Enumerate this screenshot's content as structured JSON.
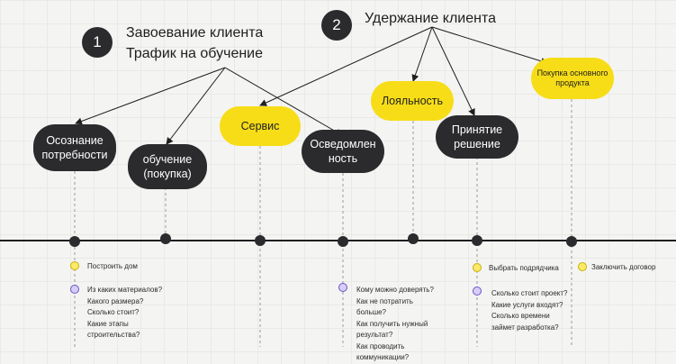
{
  "colors": {
    "dark": "#2b2b2e",
    "yellow": "#f7dd17",
    "marker_yellow": "#fbe96a",
    "marker_purple": "#d8cdf7",
    "timeline": "#1f1f1f"
  },
  "groups": [
    {
      "number": "1",
      "lines": [
        "Завоевание клиента",
        "Трафик на обучение"
      ]
    },
    {
      "number": "2",
      "lines": [
        "Удержание клиента"
      ]
    }
  ],
  "stages": [
    {
      "label": "Осознание потребности",
      "style": "dark"
    },
    {
      "label": "обучение (покупка)",
      "style": "dark"
    },
    {
      "label": "Сервис",
      "style": "yellow"
    },
    {
      "label": "Осведомлен ность",
      "style": "dark"
    },
    {
      "label": "Лояльность",
      "style": "yellow"
    },
    {
      "label": "Принятие решение",
      "style": "dark"
    },
    {
      "label": "Покупка основного продукта",
      "style": "yellow"
    }
  ],
  "notes": [
    {
      "marker": "yellow",
      "lines": [
        "Построить дом"
      ]
    },
    {
      "marker": "purple",
      "lines": [
        "Из каких материалов?",
        "Какого размера?",
        "Сколько стоит?",
        "Какие этапы",
        "строительства?"
      ]
    },
    {
      "marker": "purple",
      "lines": [
        "Кому можно доверять?",
        "Как не потратить",
        "больше?",
        "Как получить нужный",
        "результат?",
        "Как проводить",
        "коммуникации?"
      ]
    },
    {
      "marker": "yellow",
      "lines": [
        "Выбрать подрядчика"
      ]
    },
    {
      "marker": "purple",
      "lines": [
        "Сколько стоит проект?",
        "Какие услуги входят?",
        "Сколько времени",
        "займет разработка?"
      ]
    },
    {
      "marker": "yellow",
      "lines": [
        "Заключить договор"
      ]
    }
  ],
  "icons": {
    "timeline_dot": "filled-circle",
    "yellow_marker": "yellow-circle-marker",
    "purple_marker": "purple-circle-marker"
  }
}
